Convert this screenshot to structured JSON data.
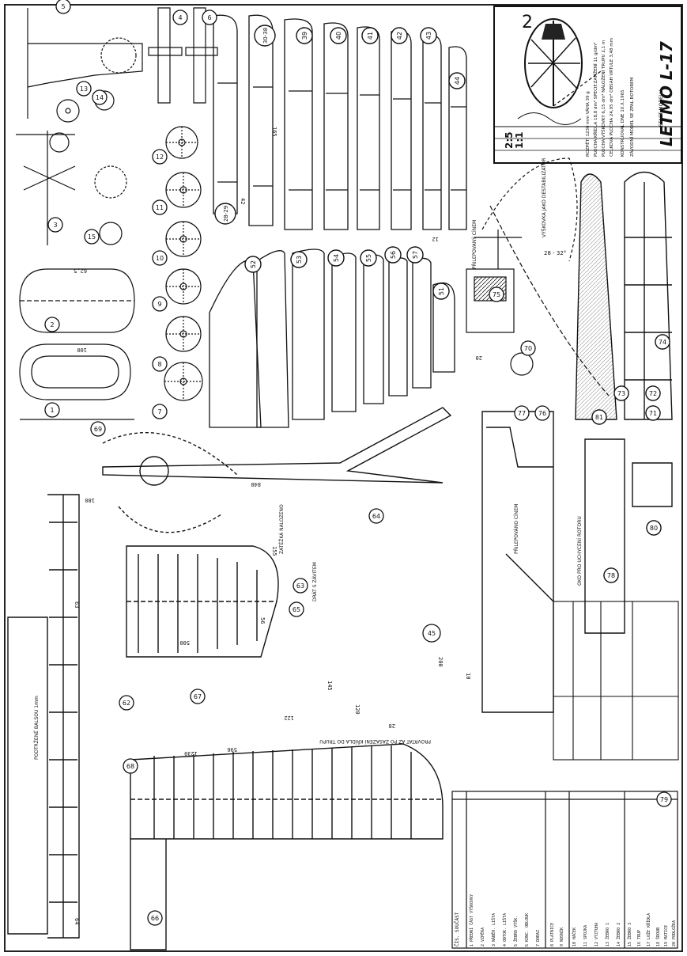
{
  "title_block": {
    "title": "LETMO L-17",
    "scale_a": "2:5",
    "scale_b": "1:1",
    "start_label": "START MODELU",
    "rows": [
      "ROZPĚTÍ 1230 mm VÁHA 39 g",
      "PLOCHA KŘÍDLA 18,8 dm² SPECIF.ZATÍŽENÍ 11 g/dm²",
      "PLOCHA VÝŠKOVKY 6,15 dm² NÁLOŽENÍ TRUPU 2,1 m",
      "CELKOVÁ PLOCHA 24,95 dm² OBSAH VRTULE 3,48 mm"
    ],
    "constructor": "KONSTRUOVAL DNE 10.X.1965",
    "subtitle": "ZÁVODNÍ MODEL SE ZPAL.ROTOREM"
  },
  "rotated_notes": {
    "rotor_label": "PŘILEPOVANÝ CÍNEM",
    "destabilizer": "VÝŠKOVKA JAKO DESTABILIZÁTOR",
    "destab_angle": "28 - 32°",
    "cementing": "ZATĚŽKÁ NALOZENO",
    "wing_note": "PODTRŽENÉ BALSOU 1mm",
    "thread_note": "DRÁT S ZÁVITEM",
    "drill_note": "PROVRTAT AŽ PO ZASAZENÍ KŘÍDLA DO TRUPU",
    "bent_note": "PŘILEPOVÁNO CÍNEM",
    "rotor_hinge": "OKO PRO UCHYCENÍ ROTORU"
  },
  "rib_numbers": [
    "39",
    "40",
    "41",
    "42",
    "43",
    "44",
    "30-38",
    "28-29",
    "52",
    "53",
    "54",
    "55",
    "56",
    "57",
    "51"
  ],
  "circle_parts": [
    "1",
    "2",
    "3",
    "4",
    "5",
    "6",
    "7",
    "8",
    "9",
    "10",
    "11",
    "12",
    "13",
    "14",
    "15",
    "45",
    "62",
    "63",
    "64",
    "65",
    "66",
    "67",
    "68",
    "69",
    "70",
    "71",
    "72",
    "73",
    "74",
    "75",
    "76",
    "77",
    "78",
    "79",
    "80",
    "81"
  ],
  "part_list_header": "ČÍS. SOUČÁST",
  "part_list_rows": [
    "1 PŘEDNÍ ČÁST VÝŠKOVKY",
    "2 VZPĚRA",
    "3 NÁBĚH. LIŠTA",
    "4 ODTOK. LIŠTA",
    "5 ŽEBRO VÝŠK.",
    "6 KONC. OBLOUK",
    "7 DORAZ",
    "8 PLATNICE",
    "9 NOSNÍK",
    "10 HÁČEK",
    "11 SPOJKA",
    "12 VÝZTUHA",
    "13 ŽEBRO 1",
    "14 ŽEBRO 2",
    "15 ŽEBRO 3",
    "16 TRUP",
    "17 LOŽE KŘÍDLA",
    "18 ŠROUB",
    "19 MATICE",
    "20 PODLOŽKA"
  ],
  "dimensions": [
    "1230",
    "596",
    "500",
    "840",
    "155",
    "165",
    "120",
    "145",
    "122",
    "63",
    "64",
    "56",
    "28",
    "20",
    "12",
    "180",
    "100",
    "62,5",
    "42",
    "200",
    "10"
  ]
}
